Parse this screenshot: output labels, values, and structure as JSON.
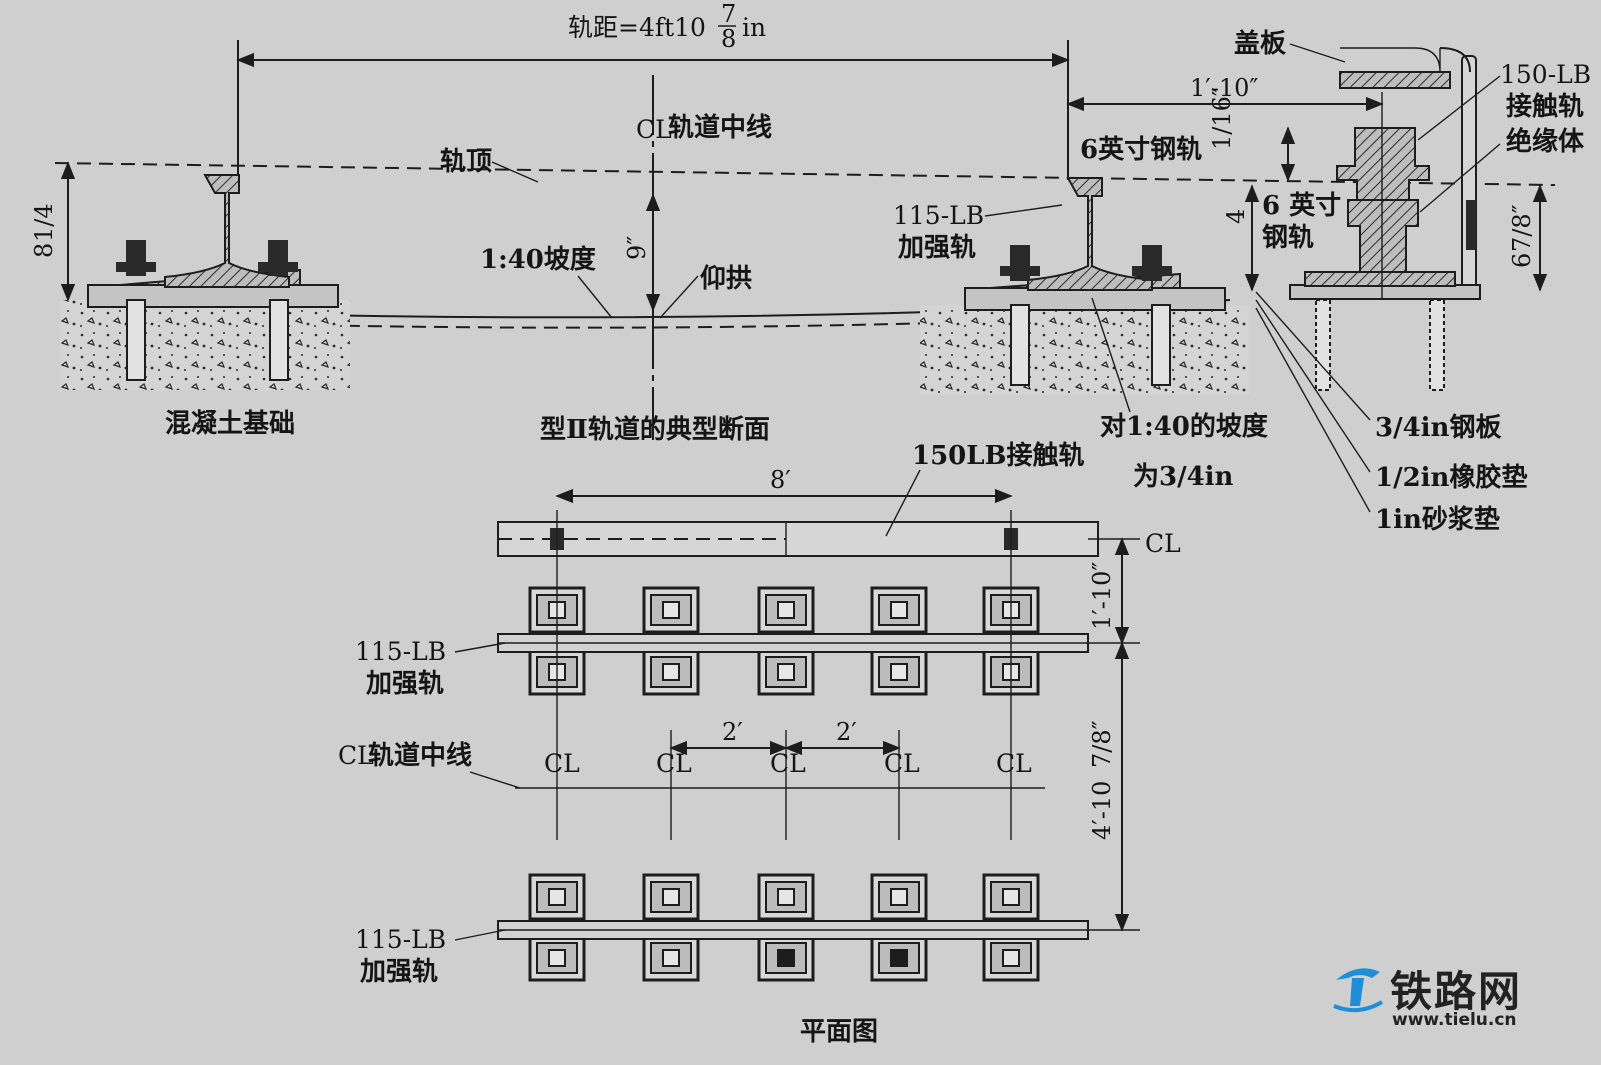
{
  "labels": {
    "gauge": "轨距=4ft10",
    "gauge_frac_num": "7",
    "gauge_frac_den": "8",
    "gauge_unit": "in",
    "track_centerline": "轨道中线",
    "rail_top": "轨顶",
    "slope_140": "1:40坡度",
    "invert": "仰拱",
    "concrete_base": "混凝土基础",
    "section_title": "型Ⅱ轨道的典型断面",
    "rail_115_line1": "115-LB",
    "rail_115_line2": "加强轨",
    "rail_6in": "6英寸钢轨",
    "rail_6in_b_line1": "6 英寸",
    "rail_6in_b_line2": "钢轨",
    "cover_board": "盖板",
    "contact_rail_line1": "150-LB",
    "contact_rail_line2": "接触轨",
    "insulator": "绝缘体",
    "slope_note_line1": "对1:40的坡度",
    "slope_note_line2": "为3/4in",
    "steel_plate": "3/4in钢板",
    "rubber_pad": "1/2in橡胶垫",
    "mortar_pad": "1in砂浆垫",
    "contact_rail_plan": "150LB接触轨",
    "plan_title": "平面图",
    "plan_rail_115_top_line1": "115-LB",
    "plan_rail_115_top_line2": "加强轨",
    "plan_rail_115_bot_line1": "115-LB",
    "plan_rail_115_bot_line2": "加强轨",
    "plan_centerline": "轨道中线"
  },
  "dimensions": {
    "height_left": "8",
    "height_left_frac": "1/4",
    "center_height": "9″",
    "offset_contact": "1′-10″",
    "rail_height_gap": "1/16″",
    "rail_height_gap_a": "4",
    "contact_height": "6",
    "contact_height_frac": "7/8″",
    "plan_spacing": "8′",
    "plan_offset": "1′-10″",
    "plan_sleeper_a": "2′",
    "plan_sleeper_b": "2′",
    "plan_gauge": "4′-10",
    "plan_gauge_frac": "7/8″"
  },
  "centerline_symbol": "CL",
  "logo": {
    "name": "铁路网",
    "url": "www.tielu.cn"
  },
  "colors": {
    "background": "#cfcfcf",
    "ink": "#1a1a1a",
    "logo_blue": "#1d8fd8"
  }
}
